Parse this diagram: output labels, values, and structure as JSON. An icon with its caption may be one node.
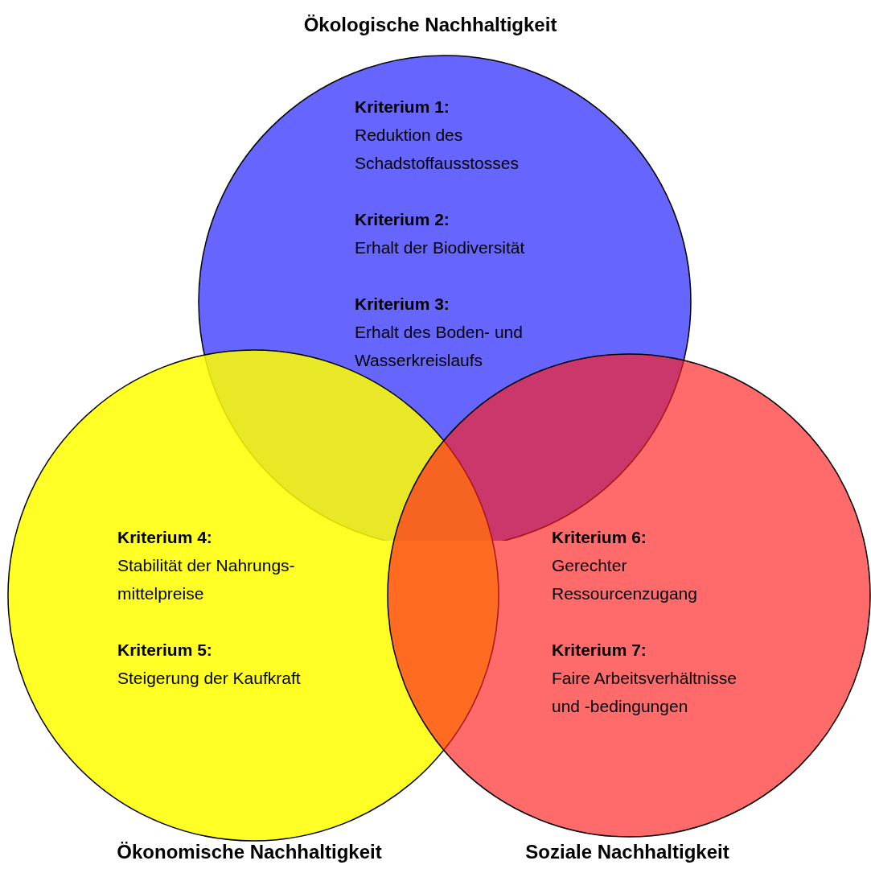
{
  "diagram": {
    "nodes": [
      {
        "text": [
          "Ökologische Nachhaltigkeit",
          "Kriterium 1:",
          "Reduktion des Schadstoffausstosses",
          "Kriterium 2:",
          "Erhalt der Biodiversität",
          "Kriterium 3:",
          "Erhalt des Boden- und Wasserkreislaufs"
        ]
      },
      {
        "text": [
          "Kriterium 4:",
          "Stabilität der Nahrungs- mittelpreise",
          "Kriterium 5:",
          "Steigerung der Kaufkraft",
          "Ökonomische Nachhaltigkeit"
        ]
      },
      {
        "text": [
          "Kriterium 6:",
          "Gerechter Ressourcenzugang",
          "Kriterium 7:",
          "Faire Arbeitsverhältnisse und -bedingungen",
          "Soziale Nachhaltigkeit"
        ]
      }
    ]
  }
}
